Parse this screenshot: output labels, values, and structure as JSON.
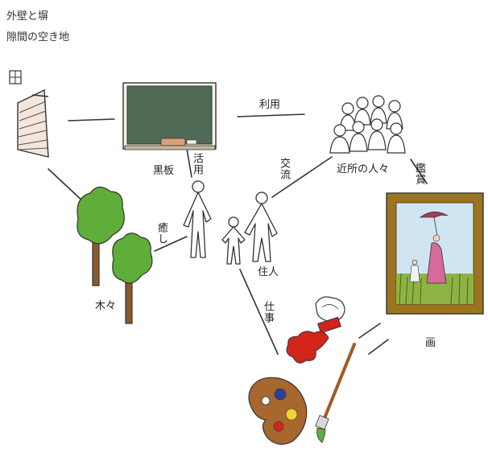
{
  "header": {
    "line1": "外壁と塀",
    "line2": "隙間の空き地"
  },
  "nodes": {
    "blackboard": "黒板",
    "neighbors": "近所の人々",
    "residents": "住人",
    "trees": "木々",
    "painting": "画"
  },
  "links": {
    "use": "利用",
    "practical_use": "活用",
    "exchange": "交流",
    "appreciation": "鑑賞",
    "healing": "癒し",
    "work": "仕事"
  },
  "colors": {
    "blackboard": "#4f6b55",
    "frame": "#9a7420",
    "tree": "#5fae3a",
    "paint_red": "#d3241c",
    "palette": "#a8672f"
  }
}
